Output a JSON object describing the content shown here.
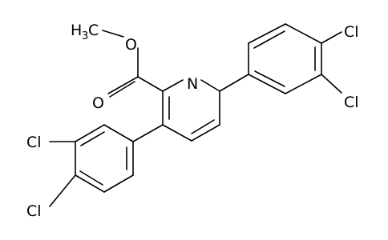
{
  "molecule": {
    "atom_labels": {
      "methyl": "H",
      "methyl_sub": "3",
      "methyl_c": "C",
      "ester_o": "O",
      "carbonyl_o": "O",
      "ring_n": "N",
      "cl_top_1": "Cl",
      "cl_top_2": "Cl",
      "cl_left_1": "Cl",
      "cl_left_2": "Cl"
    },
    "colors": {
      "bond": "#000000",
      "label": "#000000",
      "background": "#ffffff"
    }
  }
}
